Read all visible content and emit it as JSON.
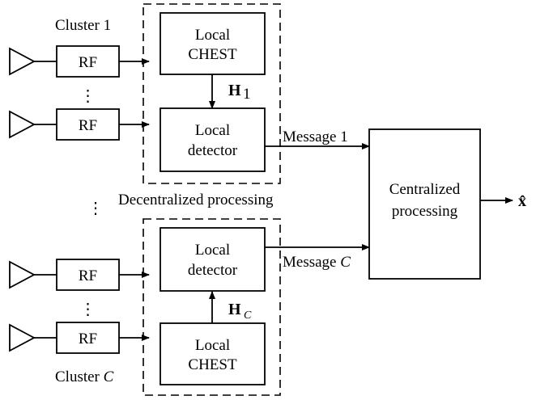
{
  "labels": {
    "cluster_1": "Cluster 1",
    "cluster_c_prefix": "Cluster ",
    "cluster_c_var": "C",
    "rf": "RF",
    "local": "Local",
    "chest": "CHEST",
    "detector": "detector",
    "h_symbol": "H",
    "h_sub_1": "1",
    "h_sub_c": "C",
    "message_1": "Message 1",
    "message_c_prefix": "Message ",
    "message_c_var": "C",
    "decentralized": "Decentralized processing",
    "centralized_line1": "Centralized",
    "centralized_line2": "processing",
    "output": "x̂",
    "dots": "⋮"
  }
}
